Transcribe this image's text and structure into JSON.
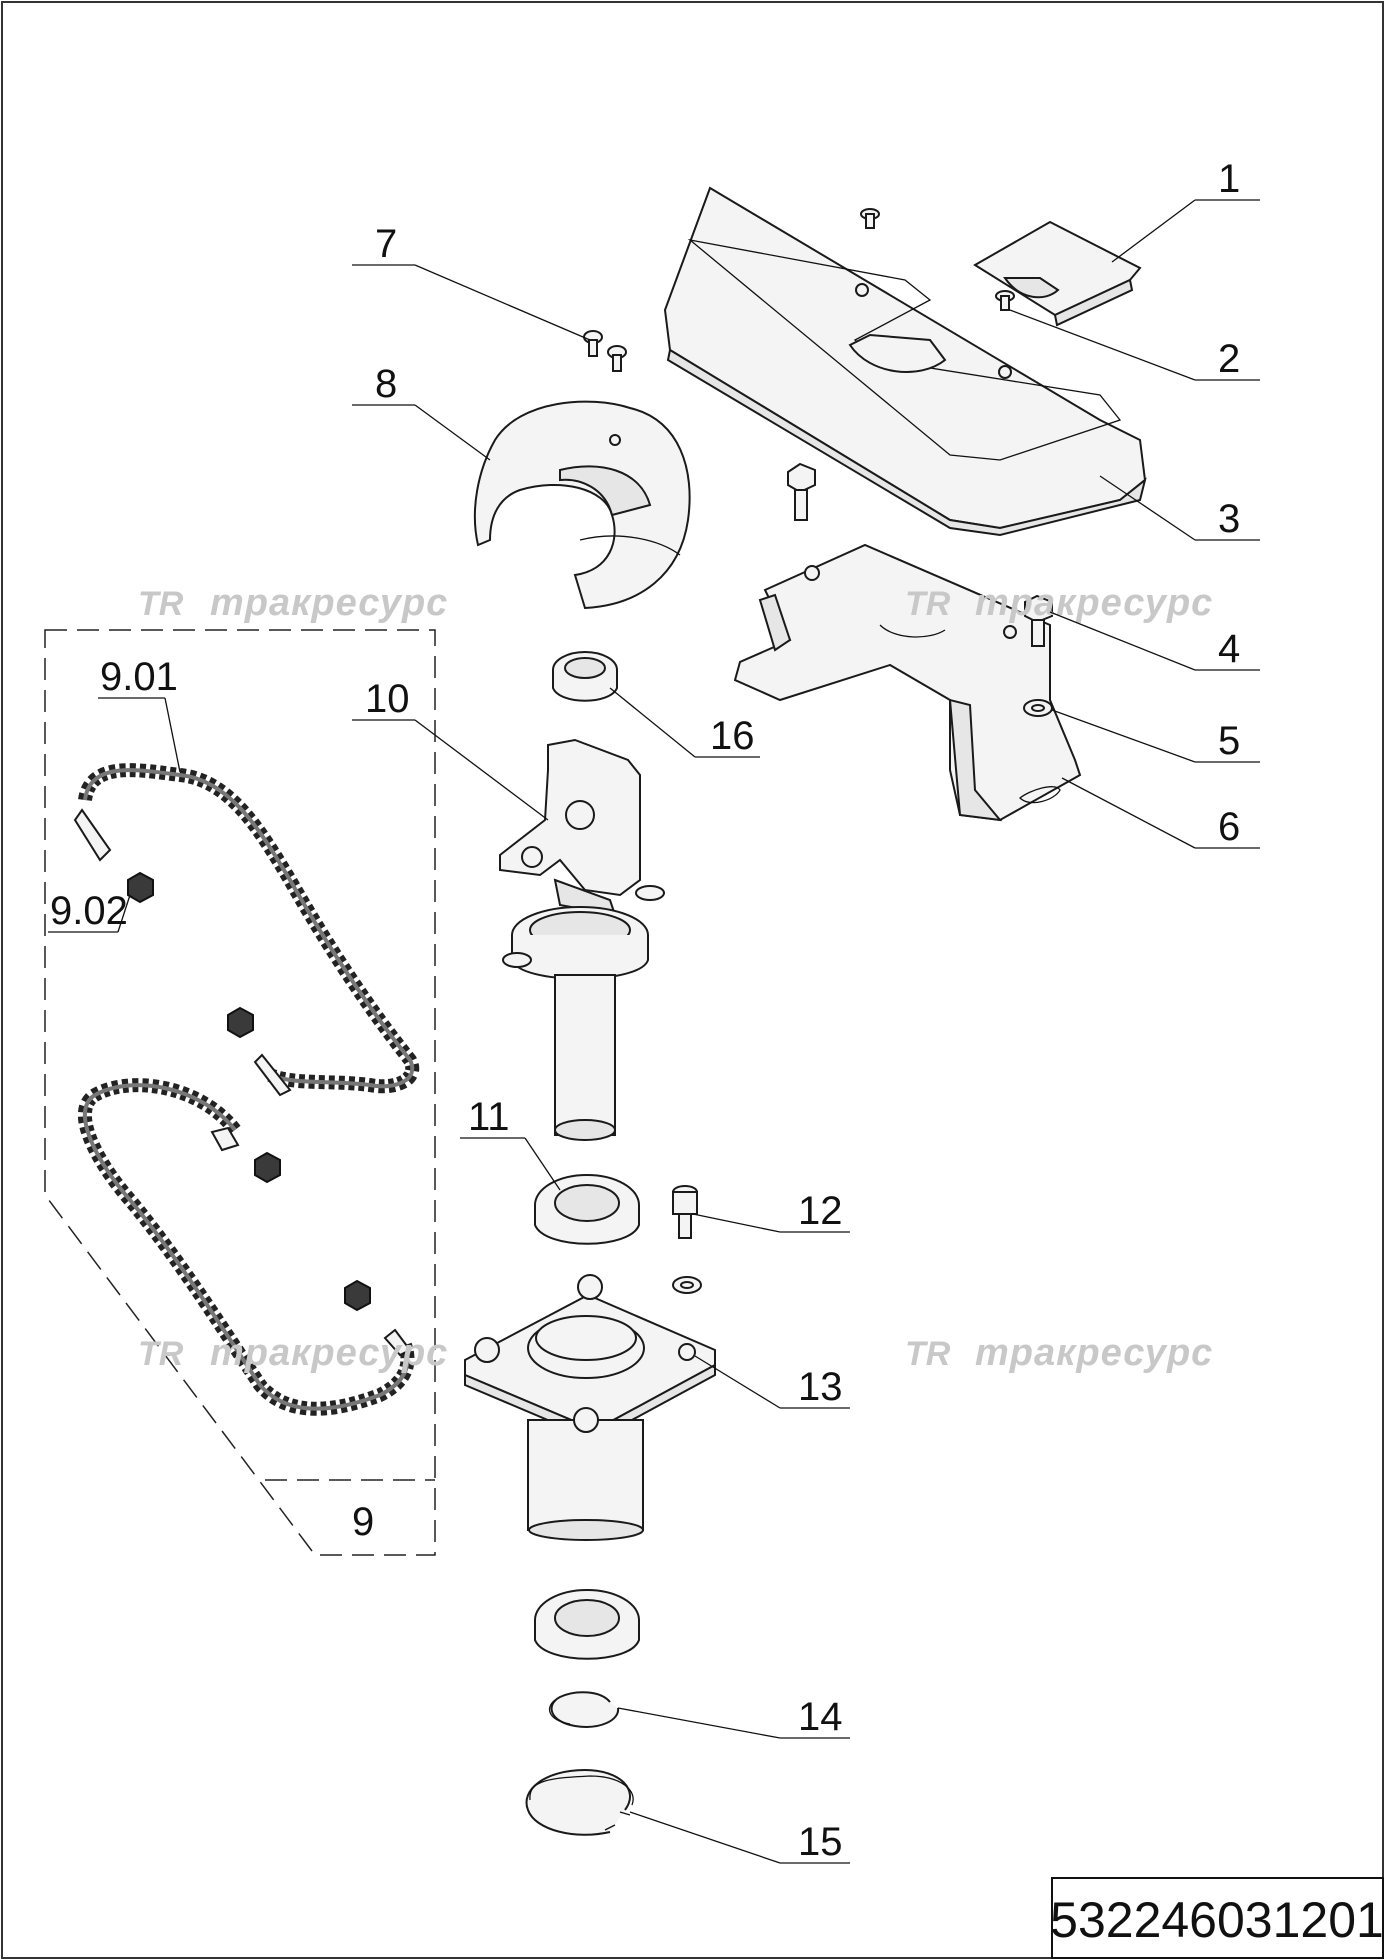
{
  "drawing_number": "532246031201",
  "watermark": {
    "logo": "TR",
    "text": "тракресурс"
  },
  "callouts": [
    "1",
    "2",
    "3",
    "4",
    "5",
    "6",
    "7",
    "8",
    "9",
    "9.01",
    "9.02",
    "10",
    "11",
    "12",
    "13",
    "14",
    "15",
    "16"
  ]
}
